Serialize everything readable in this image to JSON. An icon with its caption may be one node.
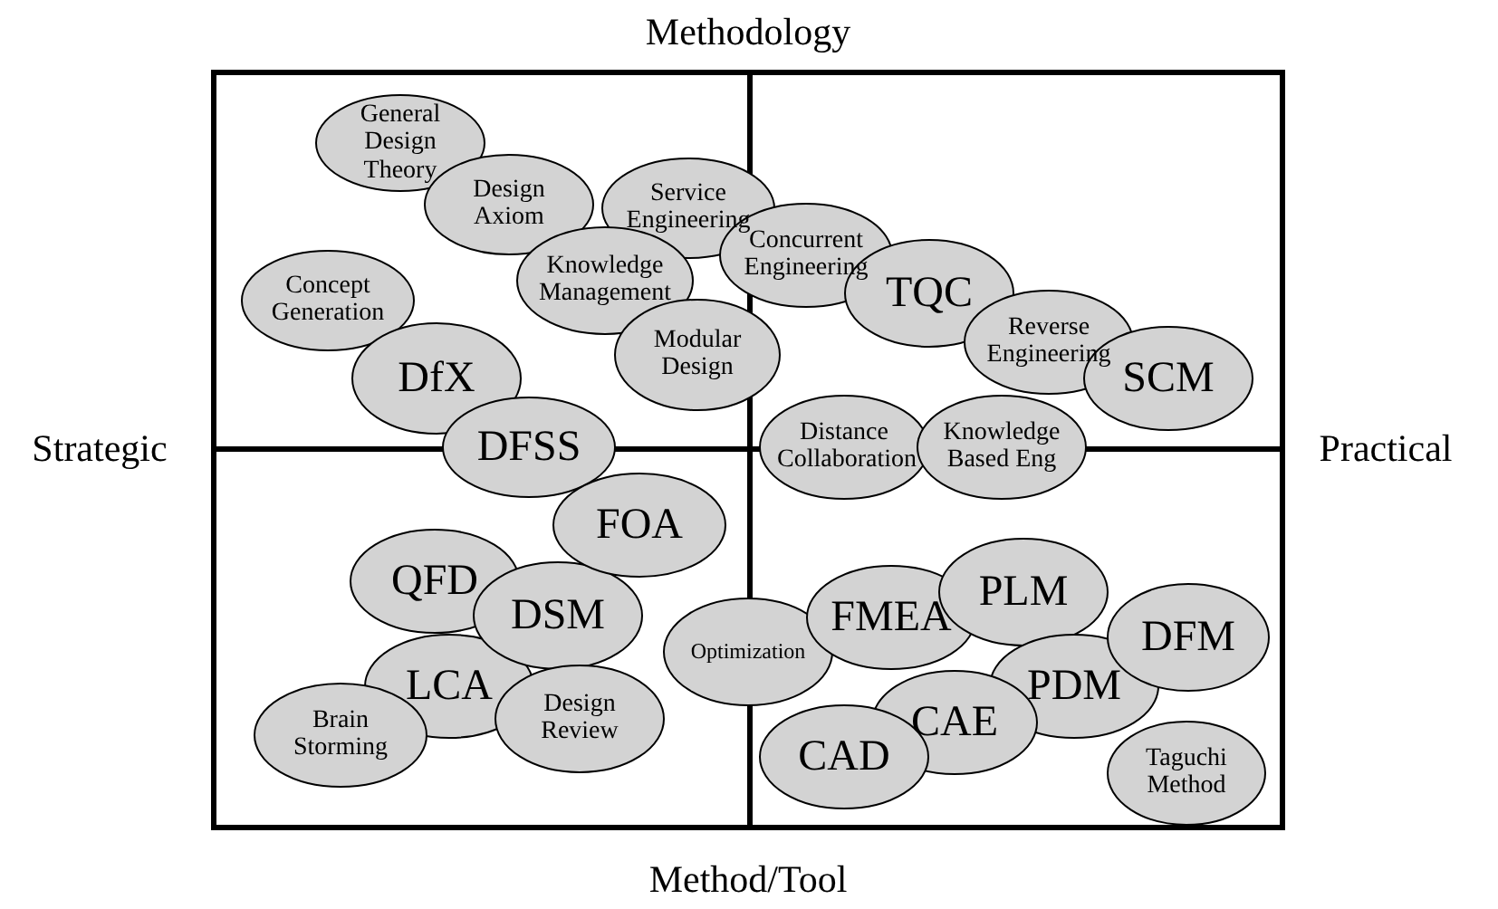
{
  "diagram": {
    "nodes": [
      {
        "text": [
          "General Design Theory"
        ]
      },
      {
        "text": [
          "Design Axiom"
        ]
      },
      {
        "text": [
          "Service Engineering"
        ]
      },
      {
        "text": [
          "Knowledge Management"
        ]
      },
      {
        "text": [
          "Concurrent Engineering"
        ]
      },
      {
        "text": [
          "Concept Generation"
        ]
      },
      {
        "text": [
          "TQC"
        ]
      },
      {
        "text": [
          "Modular Design"
        ]
      },
      {
        "text": [
          "Reverse Engineering"
        ]
      },
      {
        "text": [
          "DfX"
        ]
      },
      {
        "text": [
          "SCM"
        ]
      },
      {
        "text": [
          "DFSS"
        ]
      },
      {
        "text": [
          "Distance Collaboration"
        ]
      },
      {
        "text": [
          "Knowledge Based Eng"
        ]
      },
      {
        "text": [
          "FOA"
        ]
      },
      {
        "text": [
          "QFD"
        ]
      },
      {
        "text": [
          "PLM"
        ]
      },
      {
        "text": [
          "DSM"
        ]
      },
      {
        "text": [
          "FMEA"
        ]
      },
      {
        "text": [
          "DFM"
        ]
      },
      {
        "text": [
          "Optimization"
        ]
      },
      {
        "text": [
          "LCA"
        ]
      },
      {
        "text": [
          "PDM"
        ]
      },
      {
        "text": [
          "Design Review"
        ]
      },
      {
        "text": [
          "Brain Storming"
        ]
      },
      {
        "text": [
          "CAE"
        ]
      },
      {
        "text": [
          "CAD"
        ]
      },
      {
        "text": [
          "Taguchi Method"
        ]
      }
    ],
    "labels": [
      "Methodology",
      "Strategic",
      "Practical",
      "Method/Tool"
    ]
  }
}
